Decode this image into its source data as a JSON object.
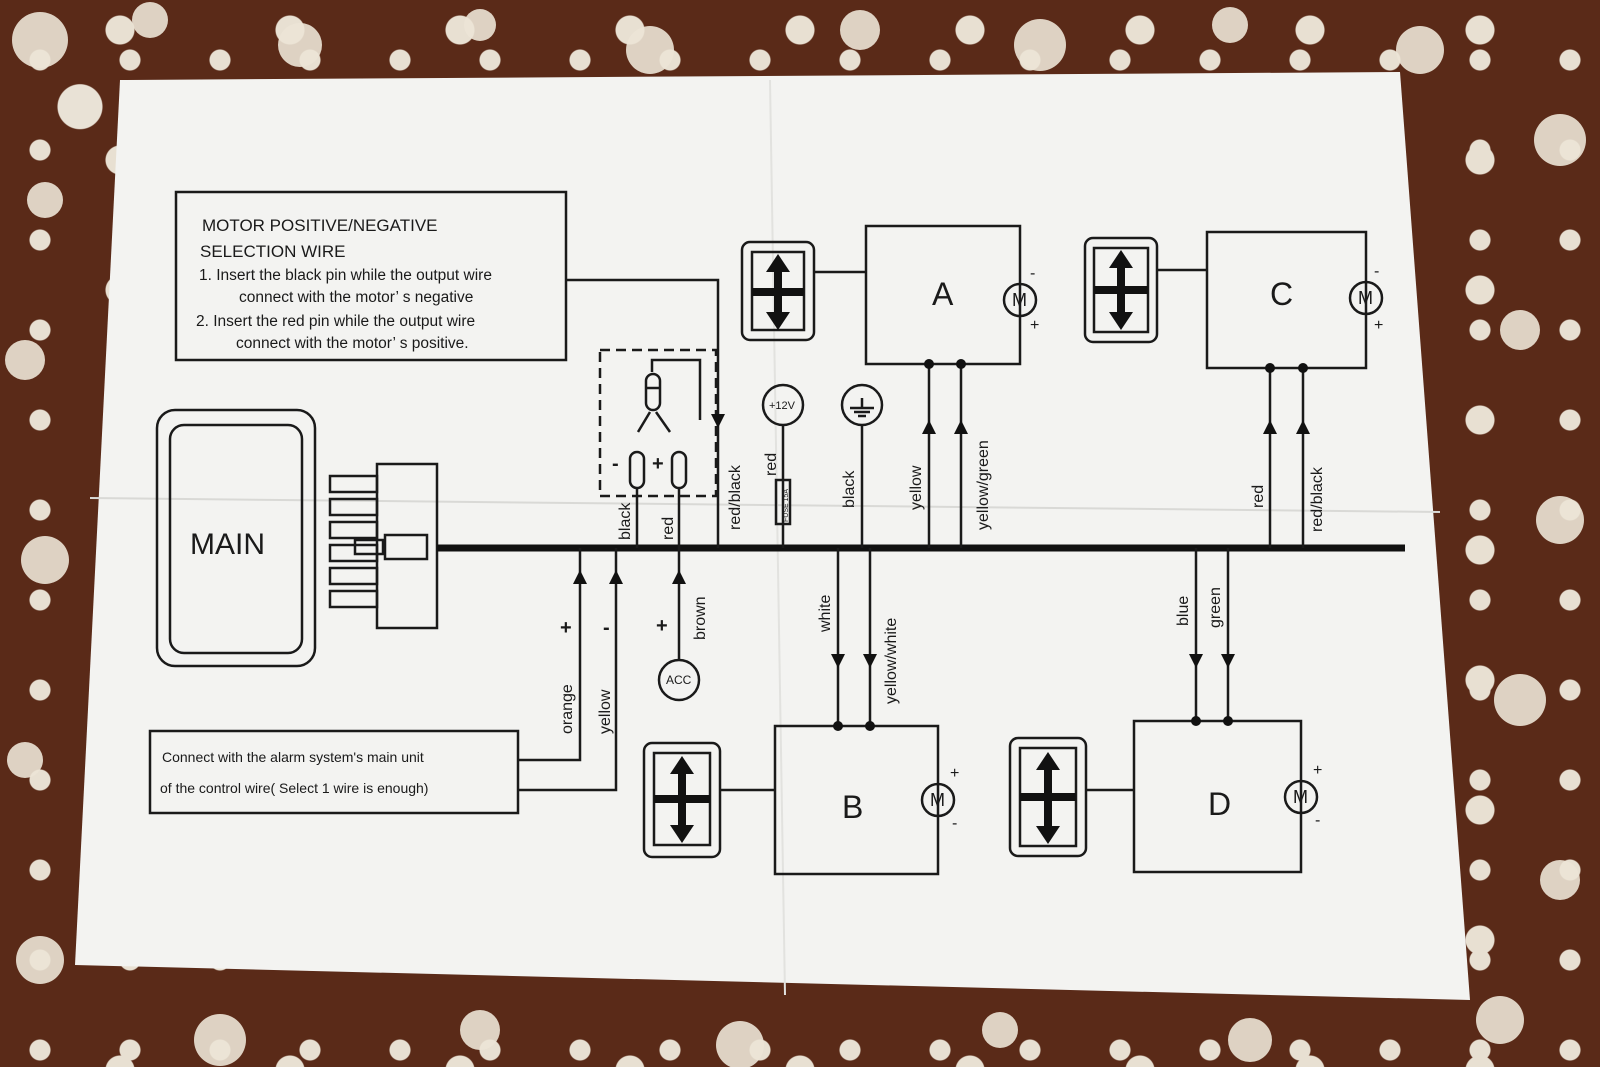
{
  "note": {
    "title_line1": "MOTOR  POSITIVE/NEGATIVE",
    "title_line2": "SELECTION WIRE",
    "item1_line1": "1. Insert the black pin while the output wire",
    "item1_line2": "connect with the motor’ s negative",
    "item2_line1": "2. Insert the red pin while the output wire",
    "item2_line2": "connect with the motor’ s positive."
  },
  "main_unit": {
    "label": "MAIN"
  },
  "alarm_box": {
    "line1": "Connect with the alarm system's main unit",
    "line2": "of the control wire( Select 1 wire is enough)"
  },
  "motors": {
    "a": "A",
    "b": "B",
    "c": "C",
    "d": "D",
    "m": "M"
  },
  "signs": {
    "plus": "+",
    "minus": "-"
  },
  "terminals": {
    "v12": "+12V",
    "acc": "ACC",
    "fuse": "FUSE 15A"
  },
  "wires": {
    "black": "black",
    "red": "red",
    "red_black": "red/black",
    "power_red": "red",
    "ground_black": "black",
    "yellow_a": "yellow",
    "yellow_green": "yellow/green",
    "red_c": "red",
    "red_black_c": "red/black",
    "orange": "orange",
    "yellow_alarm": "yellow",
    "brown": "brown",
    "white": "white",
    "yellow_white": "yellow/white",
    "blue": "blue",
    "green": "green"
  },
  "colors": {
    "paper": "#f3f3f1",
    "ink": "#1a1a1a",
    "fabric": "#5a2a18"
  }
}
